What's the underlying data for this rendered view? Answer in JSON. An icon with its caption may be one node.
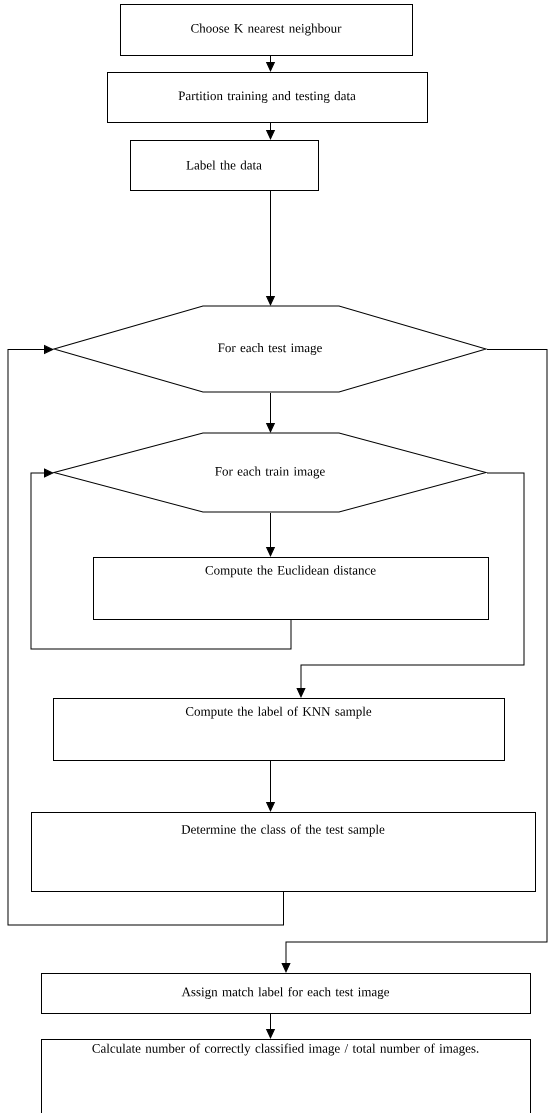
{
  "diagram": {
    "nodes": [
      {
        "text": [
          "Choose K nearest neighbour"
        ]
      },
      {
        "text": [
          "Partition training and testing data"
        ]
      },
      {
        "text": [
          "Label the data"
        ]
      },
      {
        "text": [
          "For each test image"
        ]
      },
      {
        "text": [
          "For each train image"
        ]
      },
      {
        "text": [
          "Compute the Euclidean distance"
        ]
      },
      {
        "text": [
          "Compute the label of KNN sample"
        ]
      },
      {
        "text": [
          "Determine the class of the test sample"
        ]
      },
      {
        "text": [
          "Assign match label for each test image"
        ]
      },
      {
        "text": [
          "Calculate number of correctly classified image / total number of images."
        ]
      }
    ],
    "edges": [
      {
        "from": 0,
        "to": 1,
        "arrow": "to"
      },
      {
        "from": 1,
        "to": 2,
        "arrow": "to"
      },
      {
        "from": 2,
        "to": 3,
        "arrow": "to"
      },
      {
        "from": 3,
        "to": 4,
        "arrow": "to"
      },
      {
        "from": 4,
        "to": 5,
        "arrow": "to"
      },
      {
        "from": 5,
        "to": 4,
        "arrow": "to"
      },
      {
        "from": 4,
        "to": 6,
        "arrow": "to"
      },
      {
        "from": 6,
        "to": 7,
        "arrow": "to"
      },
      {
        "from": 7,
        "to": 3,
        "arrow": "to"
      },
      {
        "from": 3,
        "to": 8,
        "arrow": "to"
      },
      {
        "from": 8,
        "to": 9,
        "arrow": "to"
      }
    ]
  }
}
